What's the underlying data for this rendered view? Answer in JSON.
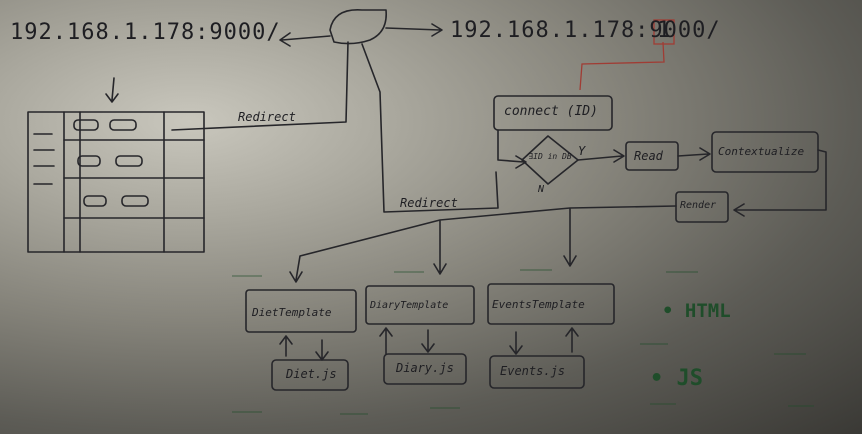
{
  "urls": {
    "base": "192.168.1.178:9000/",
    "with_id": "192.168.1.178:9000/",
    "id": "1"
  },
  "nodes": {
    "connect": "connect (ID)",
    "decision": "∃ID in DB",
    "decision_yes": "Y",
    "decision_no": "N",
    "read": "Read",
    "contextualize": "Contextualize",
    "render": "Render"
  },
  "edges": {
    "redirect_top": "Redirect",
    "redirect_bottom": "Redirect"
  },
  "templates": [
    "DietTemplate",
    "DiaryTemplate",
    "EventsTemplate"
  ],
  "scripts": [
    "Diet.js",
    "Diary.js",
    "Events.js"
  ],
  "legend": [
    "• HTML",
    "• JS"
  ]
}
